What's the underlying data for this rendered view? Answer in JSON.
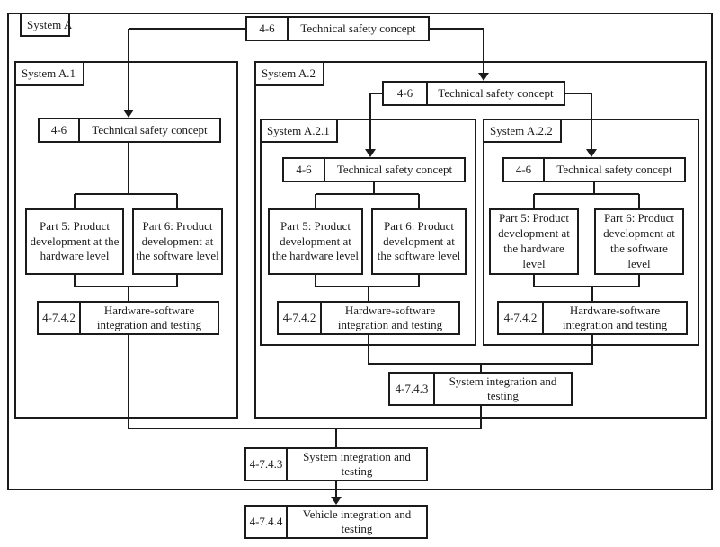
{
  "diagram": {
    "containers": {
      "system_a": {
        "label": "System A"
      },
      "system_a1": {
        "label": "System A.1"
      },
      "system_a2": {
        "label": "System A.2"
      },
      "system_a2_1": {
        "label": "System A.2.1"
      },
      "system_a2_2": {
        "label": "System A.2.2"
      }
    },
    "boxes": {
      "technical_safety_concept": {
        "ref": "4-6",
        "label": "Technical safety concept"
      },
      "part5": {
        "label": "Part 5: Product development at the hardware level"
      },
      "part6": {
        "label": "Part 6: Product development at the software level"
      },
      "hw_sw_integration": {
        "ref": "4-7.4.2",
        "label": "Hardware-software integration and testing"
      },
      "system_integration": {
        "ref": "4-7.4.3",
        "label": "System integration and testing"
      },
      "vehicle_integration": {
        "ref": "4-7.4.4",
        "label": "Vehicle integration and testing"
      }
    },
    "colors": {
      "line": "#1b1b1b",
      "background": "#ffffff"
    }
  }
}
